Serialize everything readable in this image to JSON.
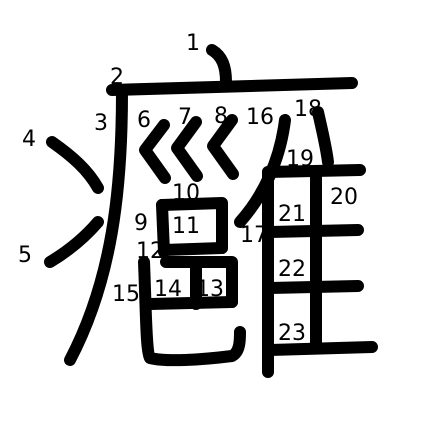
{
  "figure": {
    "kind": "kanji-stroke-order",
    "character": "癰",
    "stroke_color": "#000000",
    "label_color": "#000000",
    "background": "#ffffff",
    "stroke_count": 23
  },
  "stroke_labels": [
    "1",
    "2",
    "3",
    "4",
    "5",
    "6",
    "7",
    "8",
    "9",
    "10",
    "11",
    "12",
    "13",
    "14",
    "15",
    "16",
    "17",
    "18",
    "19",
    "20",
    "21",
    "22",
    "23"
  ]
}
